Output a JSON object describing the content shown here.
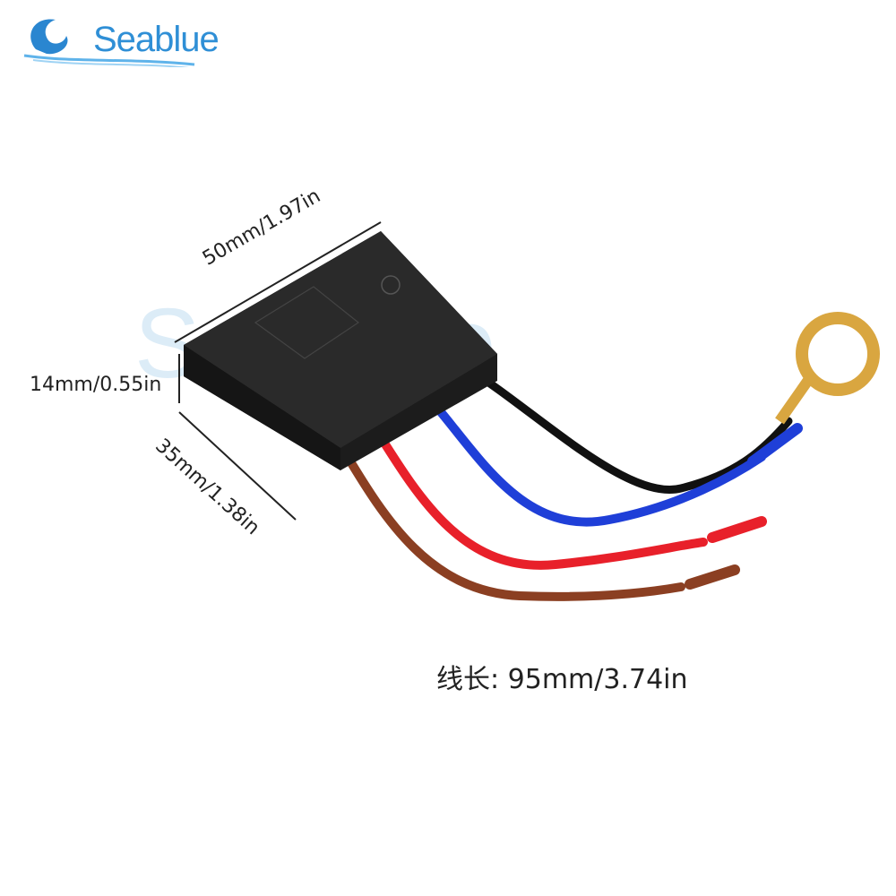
{
  "brand": {
    "logo_text": "Seablue",
    "watermark": "Seablue",
    "color": "#2f8fd6"
  },
  "dimensions": {
    "length": "50mm/1.97in",
    "height": "14mm/0.55in",
    "width": "35mm/1.38in"
  },
  "cable_length": "线长: 95mm/3.74in",
  "wire_colors": {
    "brown": "#8b3f22",
    "red": "#e8202a",
    "blue": "#1f3fd8",
    "black": "#111111",
    "terminal": "#d9a640"
  }
}
